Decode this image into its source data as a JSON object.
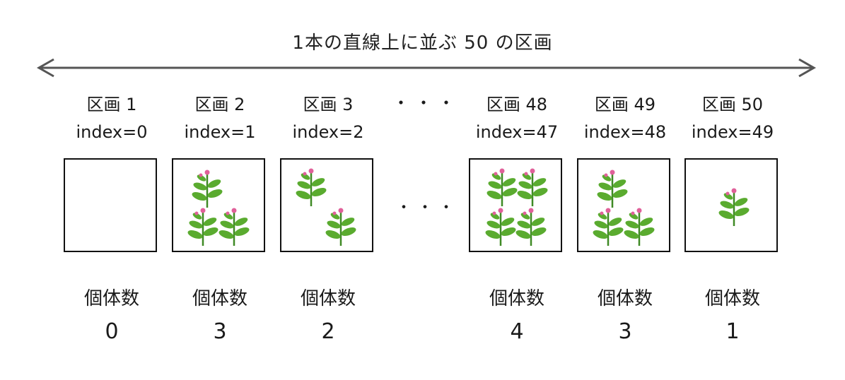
{
  "title": "1本の直線上に並ぶ 50 の区画",
  "ellipsis_top": "・・・",
  "ellipsis_mid": "・・・",
  "count_label": "個体数",
  "colors": {
    "line": "#555555",
    "leaf": "#5aab2f",
    "stem": "#3f8a25",
    "bud": "#e0609a"
  },
  "plots": [
    {
      "name": "区画 1",
      "index": "index=0",
      "count": "0",
      "plants": 0
    },
    {
      "name": "区画 2",
      "index": "index=1",
      "count": "3",
      "plants": 3
    },
    {
      "name": "区画 3",
      "index": "index=2",
      "count": "2",
      "plants": 2
    },
    {
      "name": "区画 48",
      "index": "index=47",
      "count": "4",
      "plants": 4
    },
    {
      "name": "区画 49",
      "index": "index=48",
      "count": "3",
      "plants": 3
    },
    {
      "name": "区画 50",
      "index": "index=49",
      "count": "1",
      "plants": 1
    }
  ]
}
